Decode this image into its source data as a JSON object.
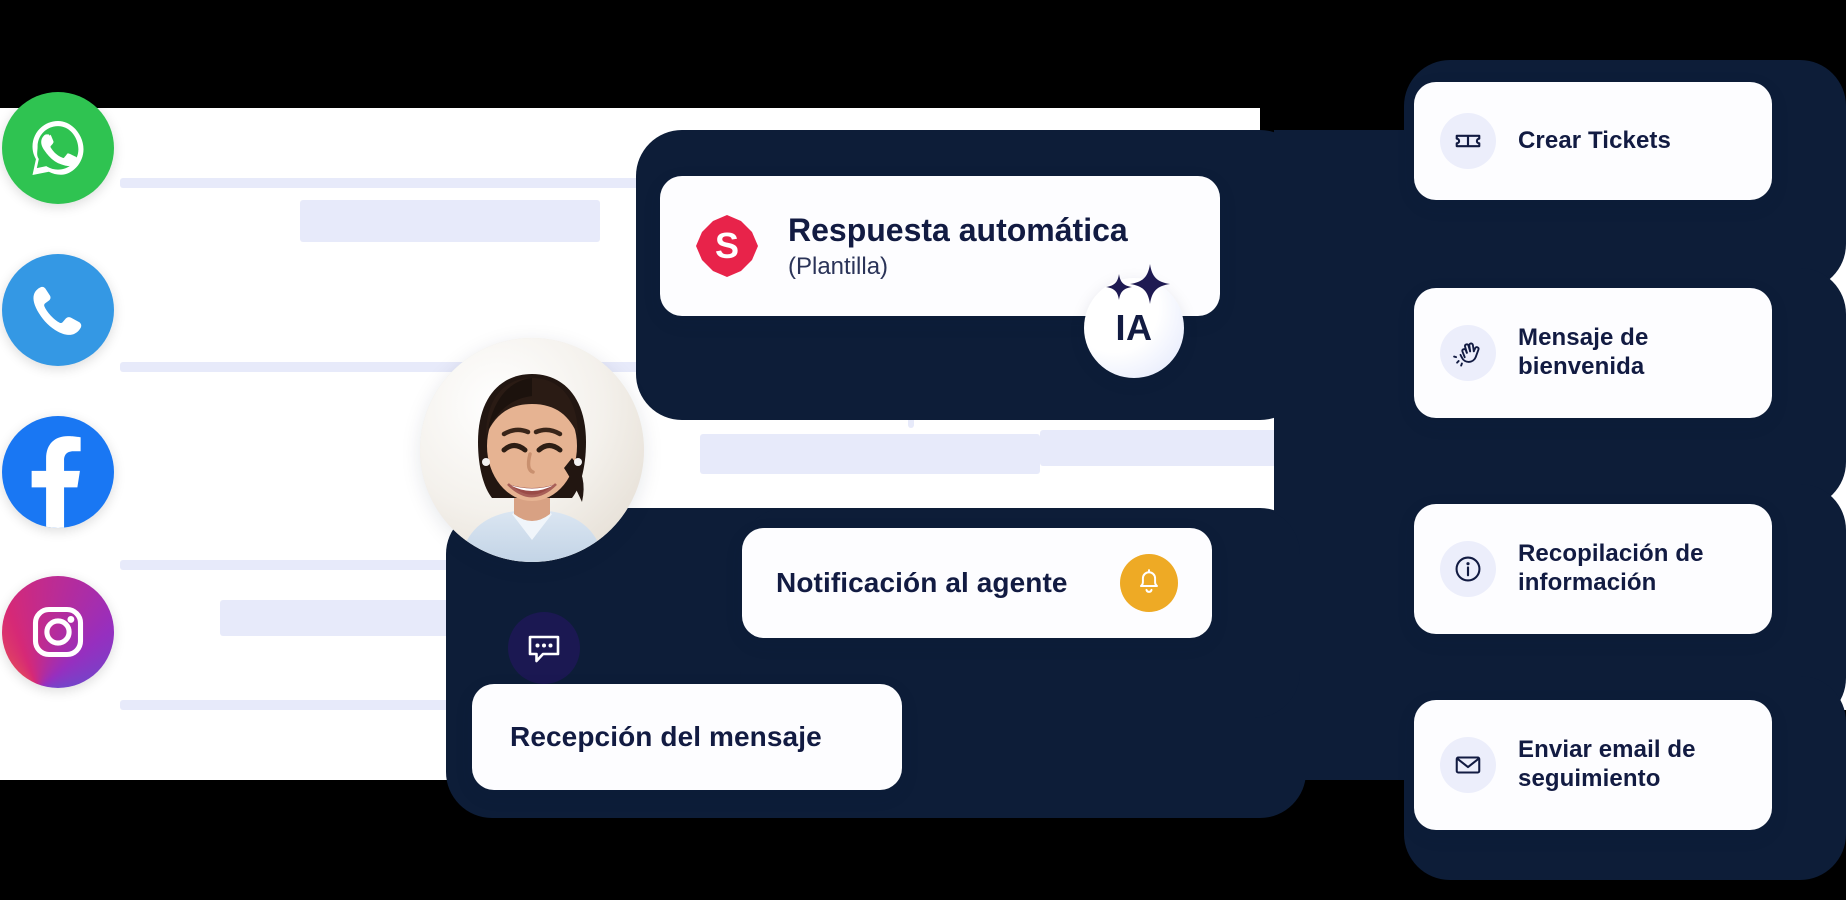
{
  "colors": {
    "navy_shell": "#0d1d38",
    "text_navy": "#121b42",
    "connector": "#e7eafa",
    "icon_chip": "#eceefb",
    "bell_orange": "#eeaa25",
    "badge_red": "#e8234a",
    "chat_badge": "#1b1852",
    "whatsapp_green": "#2fc351",
    "phone_blue": "#3498e4",
    "facebook_blue": "#1977f3"
  },
  "channels": [
    {
      "id": "whatsapp",
      "name": "whatsapp-icon"
    },
    {
      "id": "phone",
      "name": "phone-icon"
    },
    {
      "id": "facebook",
      "name": "facebook-icon"
    },
    {
      "id": "instagram",
      "name": "instagram-icon"
    }
  ],
  "flow": {
    "reception": {
      "label": "Recepción del mensaje",
      "icon": "chat-bubble-icon"
    },
    "auto_reply": {
      "title": "Respuesta automática",
      "subtitle": "(Plantilla)",
      "brand_icon": "s-badge-icon",
      "ai_badge": "IA",
      "ai_icon": "sparkle-icon"
    },
    "agent_notification": {
      "label": "Notificación al agente",
      "icon": "bell-icon"
    }
  },
  "actions": [
    {
      "label": "Crear Tickets",
      "icon": "ticket-icon"
    },
    {
      "label": "Mensaje de bienvenida",
      "icon": "waving-hand-icon"
    },
    {
      "label": "Recopilación de información",
      "icon": "info-circle-icon"
    },
    {
      "label": "Enviar email de seguimiento",
      "icon": "envelope-icon"
    }
  ]
}
